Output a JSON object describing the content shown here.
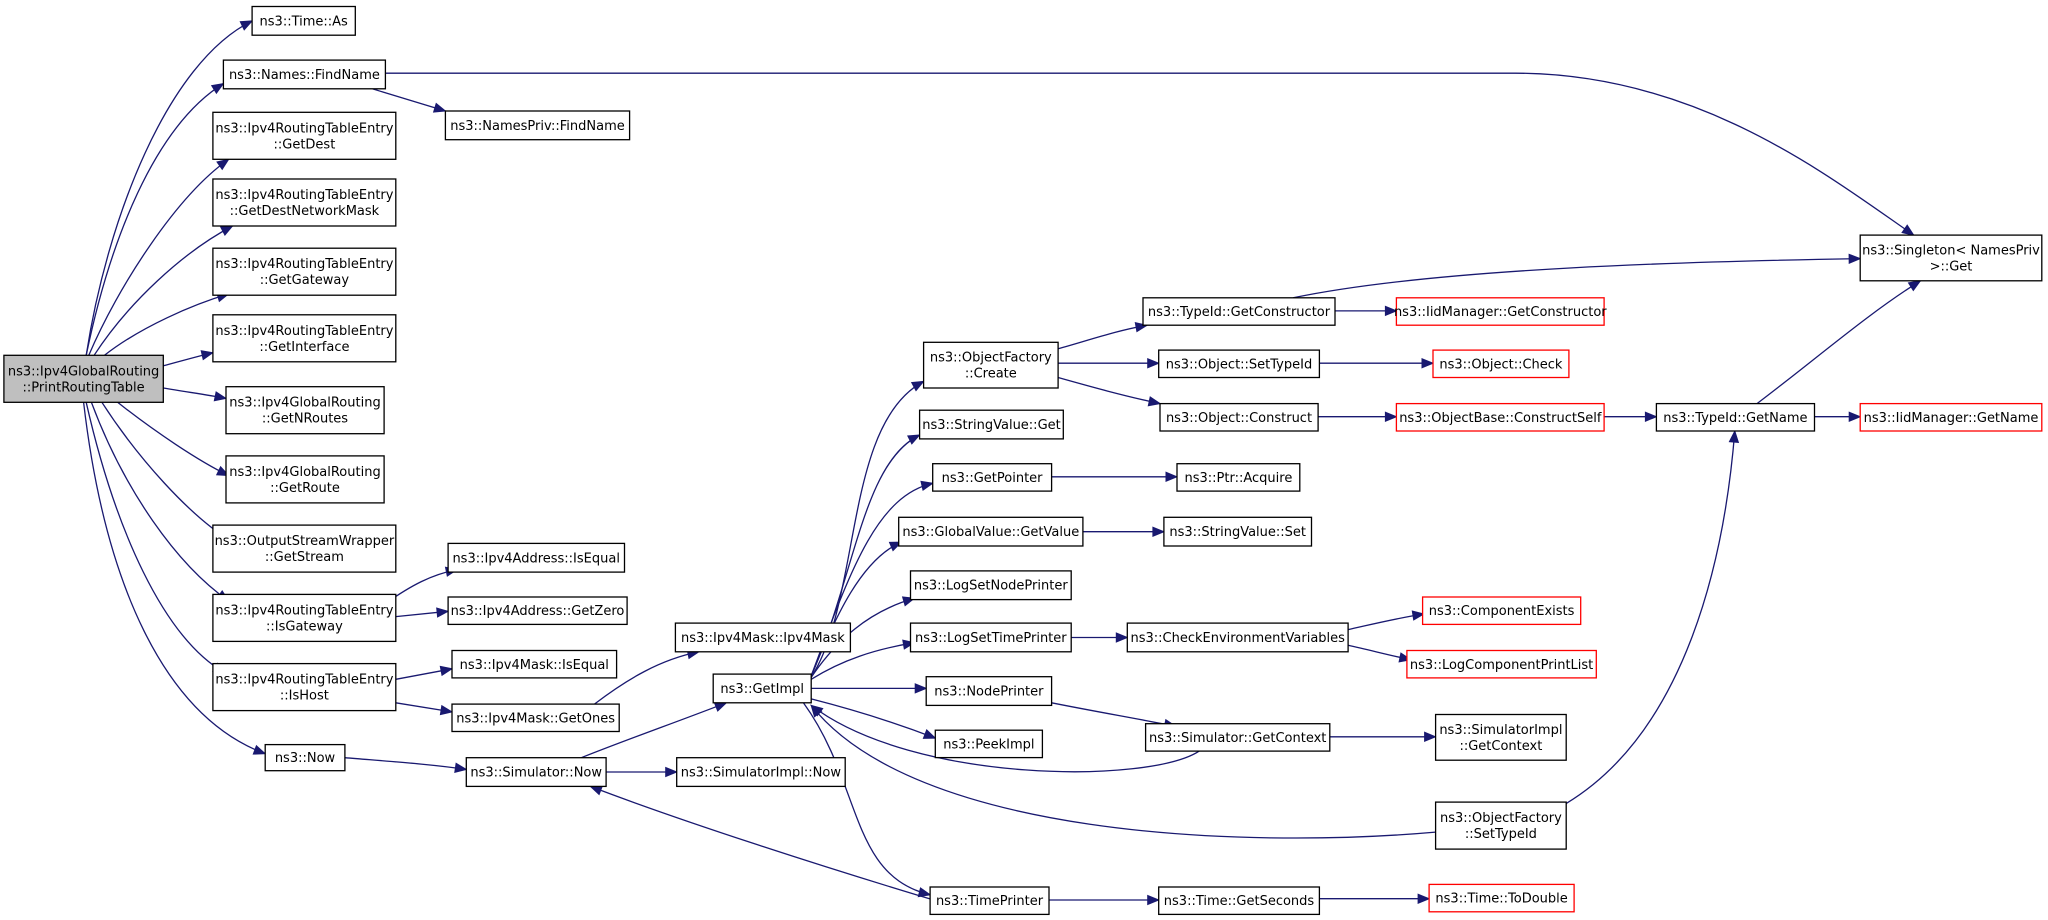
{
  "colors": {
    "edge": "#191970",
    "border": "#000000",
    "truncated_border": "#ff0000",
    "root_fill": "#bfbfbf"
  },
  "nodes": [
    {
      "id": "root",
      "lines": [
        "ns3::Ipv4GlobalRouting",
        "::PrintRoutingTable"
      ],
      "kind": "root"
    },
    {
      "id": "timeAs",
      "lines": [
        "ns3::Time::As"
      ]
    },
    {
      "id": "namesFind",
      "lines": [
        "ns3::Names::FindName"
      ]
    },
    {
      "id": "namesPrivFind",
      "lines": [
        "ns3::NamesPriv::FindName"
      ]
    },
    {
      "id": "getDest",
      "lines": [
        "ns3::Ipv4RoutingTableEntry",
        "::GetDest"
      ]
    },
    {
      "id": "getDestMask",
      "lines": [
        "ns3::Ipv4RoutingTableEntry",
        "::GetDestNetworkMask"
      ]
    },
    {
      "id": "getGateway",
      "lines": [
        "ns3::Ipv4RoutingTableEntry",
        "::GetGateway"
      ]
    },
    {
      "id": "getInterface",
      "lines": [
        "ns3::Ipv4RoutingTableEntry",
        "::GetInterface"
      ]
    },
    {
      "id": "getNRoutes",
      "lines": [
        "ns3::Ipv4GlobalRouting",
        "::GetNRoutes"
      ]
    },
    {
      "id": "getRoute",
      "lines": [
        "ns3::Ipv4GlobalRouting",
        "::GetRoute"
      ]
    },
    {
      "id": "getStream",
      "lines": [
        "ns3::OutputStreamWrapper",
        "::GetStream"
      ]
    },
    {
      "id": "isGateway",
      "lines": [
        "ns3::Ipv4RoutingTableEntry",
        "::IsGateway"
      ]
    },
    {
      "id": "isHost",
      "lines": [
        "ns3::Ipv4RoutingTableEntry",
        "::IsHost"
      ]
    },
    {
      "id": "now",
      "lines": [
        "ns3::Now"
      ]
    },
    {
      "id": "addrIsEqual",
      "lines": [
        "ns3::Ipv4Address::IsEqual"
      ]
    },
    {
      "id": "addrGetZero",
      "lines": [
        "ns3::Ipv4Address::GetZero"
      ]
    },
    {
      "id": "maskIsEqual",
      "lines": [
        "ns3::Ipv4Mask::IsEqual"
      ]
    },
    {
      "id": "maskGetOnes",
      "lines": [
        "ns3::Ipv4Mask::GetOnes"
      ]
    },
    {
      "id": "maskCtor",
      "lines": [
        "ns3::Ipv4Mask::Ipv4Mask"
      ]
    },
    {
      "id": "getImpl",
      "lines": [
        "ns3::GetImpl"
      ]
    },
    {
      "id": "simNow",
      "lines": [
        "ns3::Simulator::Now"
      ]
    },
    {
      "id": "simImplNow",
      "lines": [
        "ns3::SimulatorImpl::Now"
      ]
    },
    {
      "id": "ofCreate",
      "lines": [
        "ns3::ObjectFactory",
        "::Create"
      ]
    },
    {
      "id": "svGet",
      "lines": [
        "ns3::StringValue::Get"
      ]
    },
    {
      "id": "getPointer",
      "lines": [
        "ns3::GetPointer"
      ]
    },
    {
      "id": "gvGetValue",
      "lines": [
        "ns3::GlobalValue::GetValue"
      ]
    },
    {
      "id": "logNode",
      "lines": [
        "ns3::LogSetNodePrinter"
      ]
    },
    {
      "id": "logTime",
      "lines": [
        "ns3::LogSetTimePrinter"
      ]
    },
    {
      "id": "nodePrinter",
      "lines": [
        "ns3::NodePrinter"
      ]
    },
    {
      "id": "peekImpl",
      "lines": [
        "ns3::PeekImpl"
      ]
    },
    {
      "id": "timePrinter",
      "lines": [
        "ns3::TimePrinter"
      ]
    },
    {
      "id": "tidGetCtor",
      "lines": [
        "ns3::TypeId::GetConstructor"
      ]
    },
    {
      "id": "objSetTypeId",
      "lines": [
        "ns3::Object::SetTypeId"
      ]
    },
    {
      "id": "objConstruct",
      "lines": [
        "ns3::Object::Construct"
      ]
    },
    {
      "id": "ptrAcquire",
      "lines": [
        "ns3::Ptr::Acquire"
      ]
    },
    {
      "id": "svSet",
      "lines": [
        "ns3::StringValue::Set"
      ]
    },
    {
      "id": "checkEnv",
      "lines": [
        "ns3::CheckEnvironmentVariables"
      ]
    },
    {
      "id": "simGetContext",
      "lines": [
        "ns3::Simulator::GetContext"
      ]
    },
    {
      "id": "timeGetSeconds",
      "lines": [
        "ns3::Time::GetSeconds"
      ]
    },
    {
      "id": "iidGetCtor",
      "lines": [
        "ns3::IidManager::GetConstructor"
      ],
      "kind": "trunc"
    },
    {
      "id": "objCheck",
      "lines": [
        "ns3::Object::Check"
      ],
      "kind": "trunc"
    },
    {
      "id": "obConstructSelf",
      "lines": [
        "ns3::ObjectBase::ConstructSelf"
      ],
      "kind": "trunc"
    },
    {
      "id": "compExists",
      "lines": [
        "ns3::ComponentExists"
      ],
      "kind": "trunc"
    },
    {
      "id": "logCompList",
      "lines": [
        "ns3::LogComponentPrintList"
      ],
      "kind": "trunc"
    },
    {
      "id": "simImplGetCtx",
      "lines": [
        "ns3::SimulatorImpl",
        "::GetContext"
      ]
    },
    {
      "id": "ofSetTypeId",
      "lines": [
        "ns3::ObjectFactory",
        "::SetTypeId"
      ]
    },
    {
      "id": "timeToDouble",
      "lines": [
        "ns3::Time::ToDouble"
      ],
      "kind": "trunc"
    },
    {
      "id": "tidGetName",
      "lines": [
        "ns3::TypeId::GetName"
      ]
    },
    {
      "id": "singletonGet",
      "lines": [
        "ns3::Singleton< NamesPriv",
        " >::Get"
      ]
    },
    {
      "id": "iidGetName",
      "lines": [
        "ns3::IidManager::GetName"
      ],
      "kind": "trunc"
    }
  ]
}
